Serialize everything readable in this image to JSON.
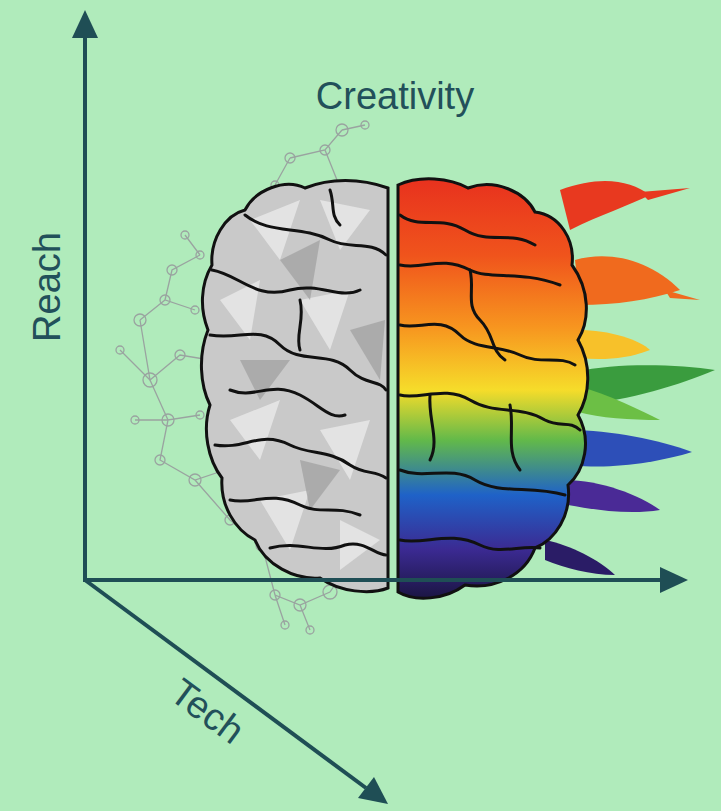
{
  "diagram": {
    "title": "Creativity",
    "labels": [
      "Reach",
      "Tech"
    ]
  }
}
